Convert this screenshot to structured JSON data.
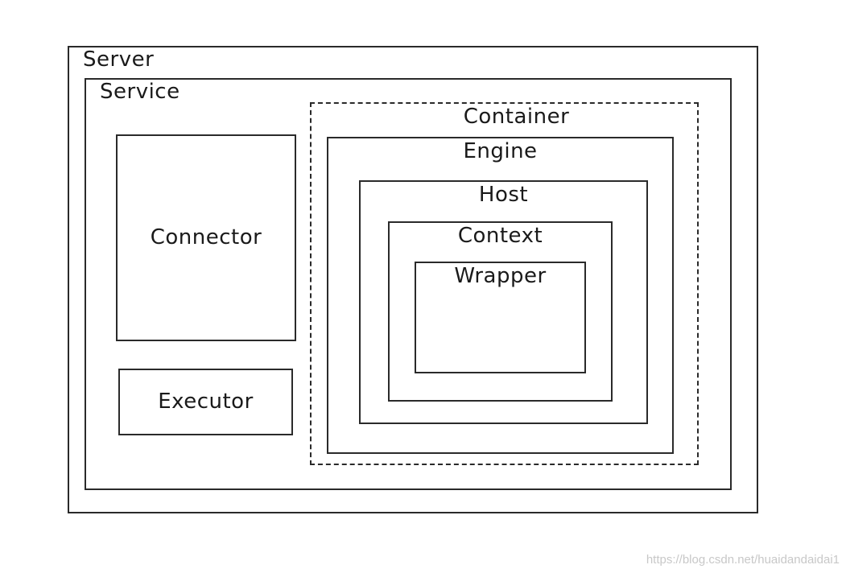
{
  "diagram": {
    "server": {
      "label": "Server"
    },
    "service": {
      "label": "Service"
    },
    "connector": {
      "label": "Connector"
    },
    "executor": {
      "label": "Executor"
    },
    "container": {
      "label": "Container"
    },
    "engine": {
      "label": "Engine"
    },
    "host": {
      "label": "Host"
    },
    "context": {
      "label": "Context"
    },
    "wrapper": {
      "label": "Wrapper"
    }
  },
  "watermark": "https://blog.csdn.net/huaidandaidai1"
}
